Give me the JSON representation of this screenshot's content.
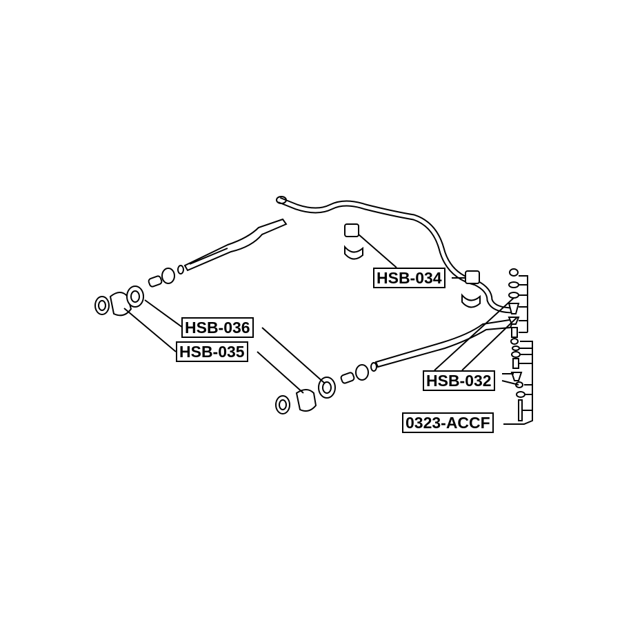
{
  "labels": {
    "hsb034": "HSB-034",
    "hsb036": "HSB-036",
    "hsb035": "HSB-035",
    "hsb032": "HSB-032",
    "accf": "0323-ACCF"
  },
  "colors": {
    "line": "#000000",
    "background": "#ffffff"
  }
}
